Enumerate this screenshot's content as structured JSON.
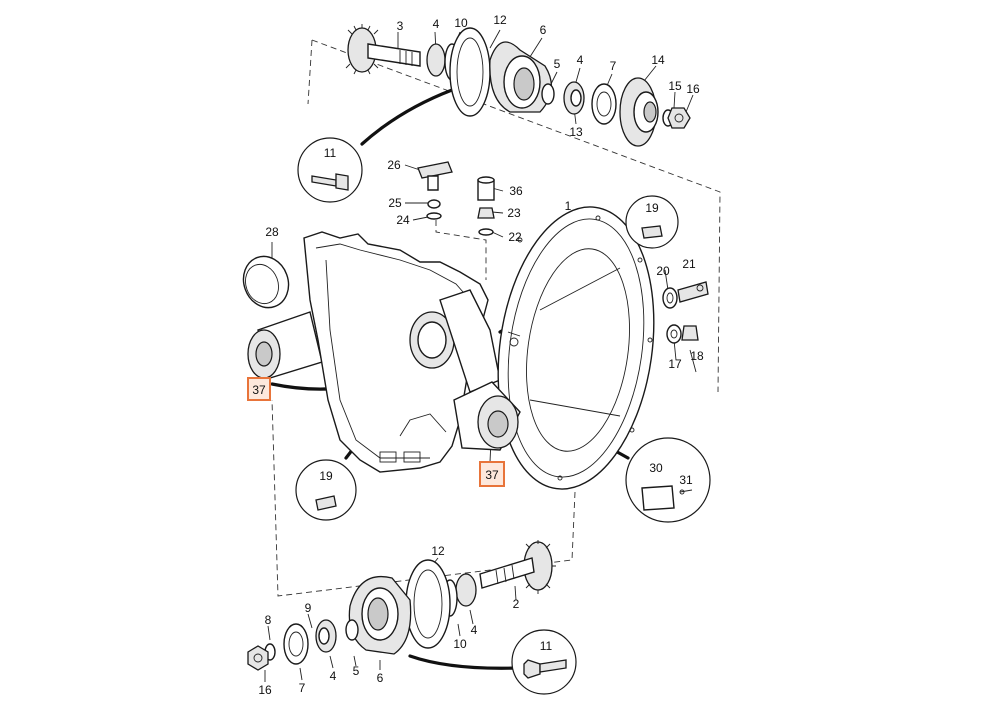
{
  "callouts": {
    "top_3": "3",
    "top_4a": "4",
    "top_10": "10",
    "top_12": "12",
    "top_6": "6",
    "top_5": "5",
    "top_4b": "4",
    "top_7": "7",
    "top_14": "14",
    "top_15": "15",
    "top_16": "16",
    "top_13": "13",
    "mid_26": "26",
    "mid_25": "25",
    "mid_24": "24",
    "mid_36": "36",
    "mid_23": "23",
    "mid_22": "22",
    "mid_1": "1",
    "mid_28": "28",
    "mid_20": "20",
    "mid_21": "21",
    "mid_17": "17",
    "mid_18": "18",
    "bot_12": "12",
    "bot_2": "2",
    "bot_9": "9",
    "bot_8": "8",
    "bot_5": "5",
    "bot_16": "16",
    "bot_7": "7",
    "bot_4a": "4",
    "bot_6": "6",
    "bot_10": "10",
    "bot_4b": "4"
  },
  "highlighted": {
    "left": "37",
    "center": "37"
  },
  "details": {
    "bolt_top": "11",
    "plug_top_right": "19",
    "plug_bottom_left": "19",
    "plate_label_a": "30",
    "plate_label_b": "31",
    "bolt_bottom": "11"
  },
  "colors": {
    "highlight_border": "#e8743a",
    "highlight_fill": "#fde8dc",
    "line": "#1a1a1a"
  }
}
